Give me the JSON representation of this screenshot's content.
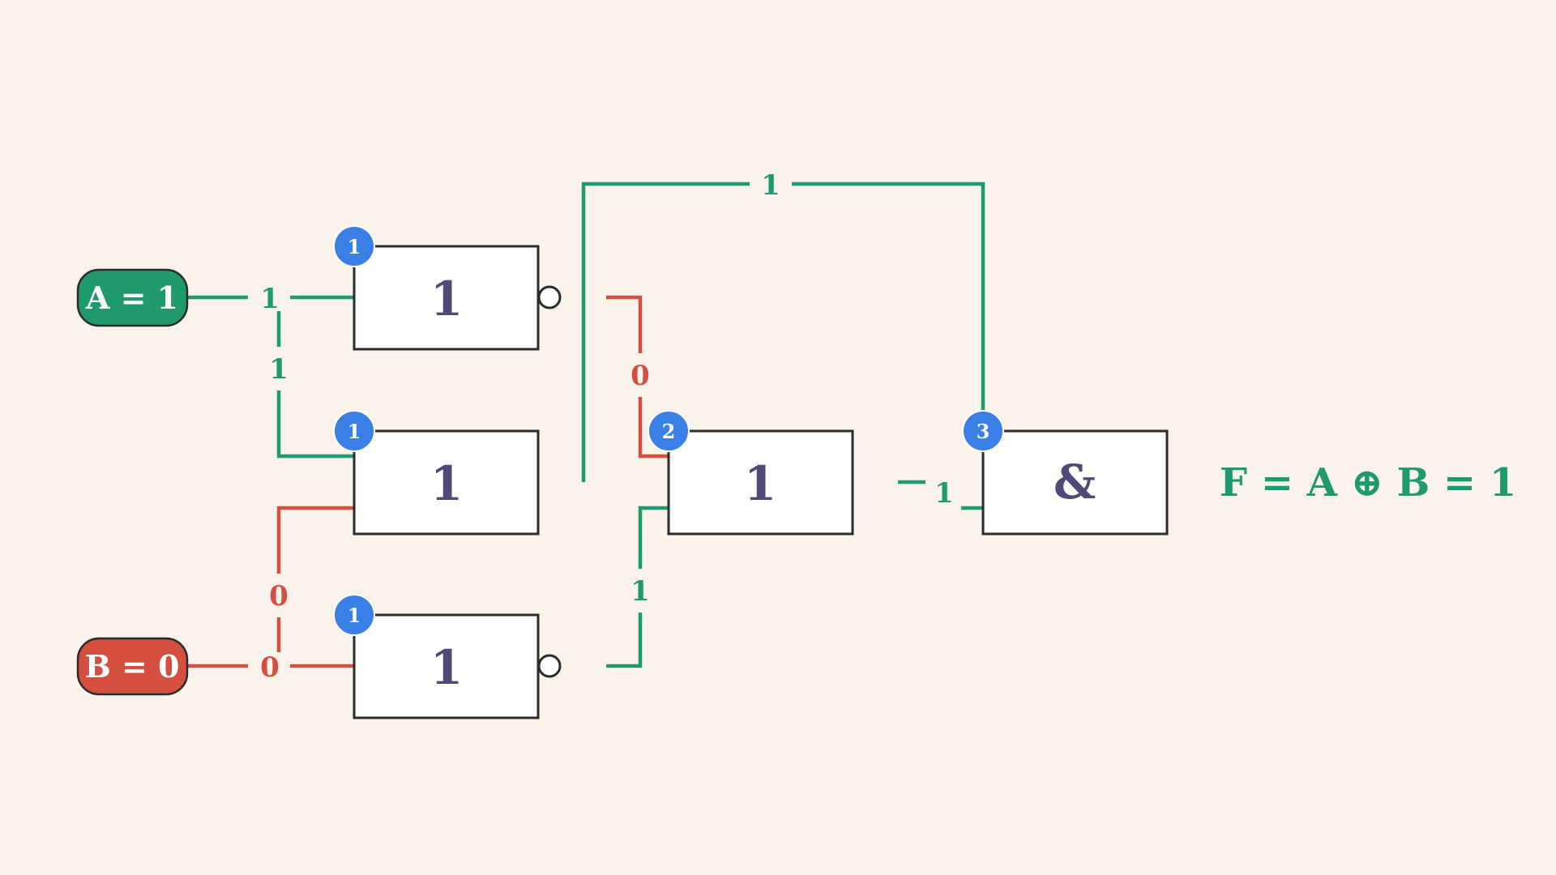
{
  "colors": {
    "background": "#faf3ec",
    "signal_high": "#1f9a6c",
    "signal_low": "#d44f3f",
    "badge": "#3a7fe6",
    "gate_symbol": "#514a78"
  },
  "inputs": {
    "a": {
      "text": "A = 1",
      "value": 1
    },
    "b": {
      "text": "B = 0",
      "value": 0
    }
  },
  "gates": {
    "g1_top": {
      "symbol": "1",
      "level": "1",
      "inverted_output": true
    },
    "g1_mid": {
      "symbol": "1",
      "level": "1",
      "inverted_output": false
    },
    "g1_bot": {
      "symbol": "1",
      "level": "1",
      "inverted_output": true
    },
    "g2": {
      "symbol": "1",
      "level": "2",
      "inverted_output": false
    },
    "g3": {
      "symbol": "&",
      "level": "3",
      "inverted_output": false
    }
  },
  "wire_labels": {
    "a_main": "1",
    "a_branch": "1",
    "b_main": "0",
    "b_branch": "0",
    "top_not_out": "0",
    "bot_not_out": "1",
    "feedback": "1",
    "g2_out": "1"
  },
  "output": {
    "formula": "F = A ⊕ B = 1"
  }
}
